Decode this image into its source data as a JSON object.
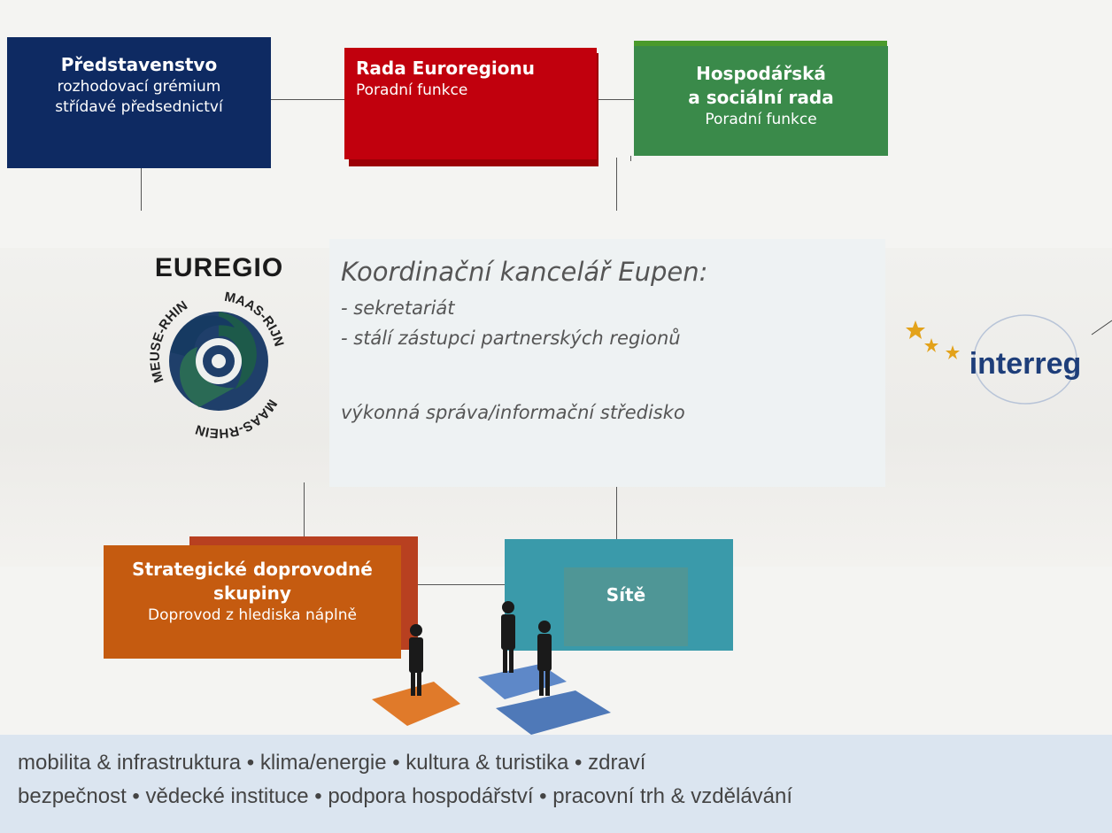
{
  "board": {
    "title": "Představenstvo",
    "line1": "rozhodovací grémium",
    "line2": "střídavé předsednictví"
  },
  "council": {
    "title": "Rada Euroregionu",
    "subtitle": "Poradní funkce"
  },
  "economic": {
    "title_line1": "Hospodářská",
    "title_line2": "a sociální rada",
    "subtitle": "Poradní funkce"
  },
  "coordination": {
    "title": "Koordinační kancelář Eupen:",
    "item1": "- sekretariát",
    "item2": "- stálí zástupci partnerských regionů",
    "footer": "výkonná správa/informační středisko"
  },
  "euregio_logo": {
    "title": "EUREGIO",
    "ring_left": "MEUSE-RHIN",
    "ring_right": "MAAS-RIJN",
    "ring_bottom": "MAAS-RHEIN"
  },
  "strategic": {
    "title_line1": "Strategické doprovodné",
    "title_line2": "skupiny",
    "subtitle": "Doprovod z hlediska náplně"
  },
  "networks": {
    "title": "Sítě"
  },
  "interreg_logo": {
    "text": "interreg"
  },
  "bottom": {
    "row1": "mobilita & infrastruktura • klima/energie • kultura & turistika • zdraví",
    "row2": "bezpečnost • vědecké instituce • podpora hospodářství • pracovní trh & vzdělávání"
  },
  "colors": {
    "board": "#0e2a62",
    "council": "#c1000d",
    "economic": "#3a8a4a",
    "strategic": "#c55b10",
    "networks": "#4f9696",
    "band": "#dbe5f0"
  }
}
